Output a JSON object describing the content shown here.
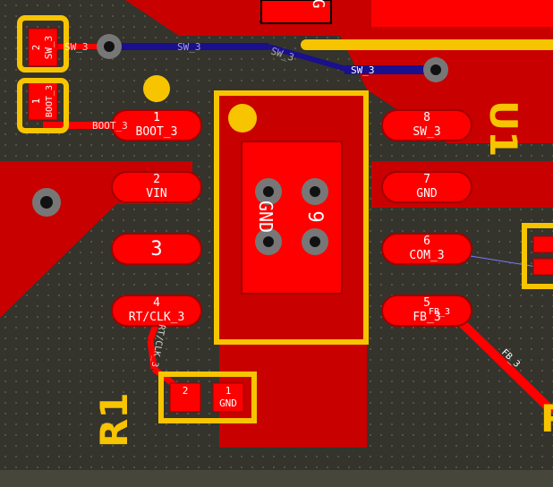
{
  "colors": {
    "copper": "#ff0000",
    "copper_dark": "#c80000",
    "silk": "#f7c400",
    "via_ring": "#777777",
    "bottom_trace": "#1a0f8c",
    "board": "#34342c"
  },
  "u1": {
    "ref": "U1",
    "pads": [
      {
        "num": "1",
        "net": "BOOT_3"
      },
      {
        "num": "2",
        "net": "VIN"
      },
      {
        "num": "3",
        "net": ""
      },
      {
        "num": "4",
        "net": "RT/CLK_3"
      },
      {
        "num": "8",
        "net": "SW_3"
      },
      {
        "num": "7",
        "net": "GND"
      },
      {
        "num": "6",
        "net": "COM_3"
      },
      {
        "num": "5",
        "net": "FB_3"
      }
    ],
    "thermal": {
      "net": "GND",
      "num": "9"
    }
  },
  "c_boot": {
    "pad2": {
      "num": "2",
      "net": "SW_3"
    },
    "pad1": {
      "num": "1",
      "net": "BOOT_3"
    }
  },
  "r1": {
    "ref": "R1",
    "pad2": {
      "num": "2",
      "net": ""
    },
    "pad1": {
      "num": "1",
      "net": "GND"
    }
  },
  "trace_labels": {
    "sw_left": "SW_3",
    "sw_mid": "SW_3",
    "sw_diag": "SW_3",
    "sw_bottom": "SW_3",
    "boot": "BOOT_3",
    "rtclk": "RT/CLK_3",
    "fb": "FB_3",
    "fb_pad": "FB_3"
  },
  "partial_text": {
    "top_glyph": "G",
    "right_ref": "R"
  }
}
